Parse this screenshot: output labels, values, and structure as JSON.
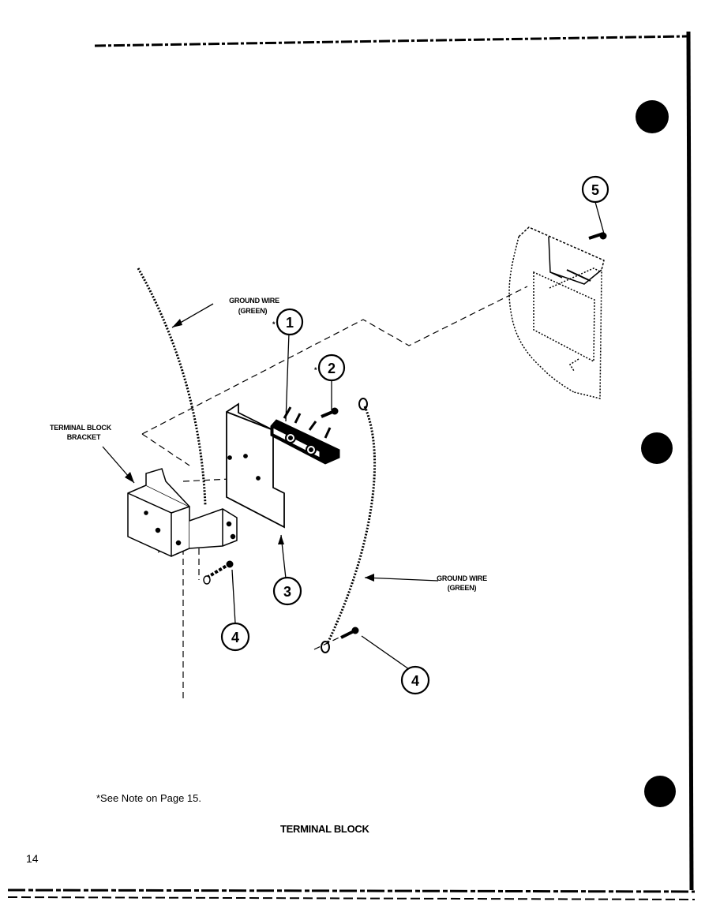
{
  "figure": {
    "caption": "TERMINAL BLOCK",
    "note": "*See Note on Page 15.",
    "page_number": "14"
  },
  "labels": {
    "ground_wire_top_line1": "GROUND WIRE",
    "ground_wire_top_line2": "(GREEN)",
    "ground_wire_bottom_line1": "GROUND WIRE",
    "ground_wire_bottom_line2": "(GREEN)",
    "bracket_line1": "TERMINAL BLOCK",
    "bracket_line2": "BRACKET",
    "asterisk": "*"
  },
  "callouts": {
    "c1": "1",
    "c2": "2",
    "c3": "3",
    "c4a": "4",
    "c4b": "4",
    "c5": "5"
  }
}
